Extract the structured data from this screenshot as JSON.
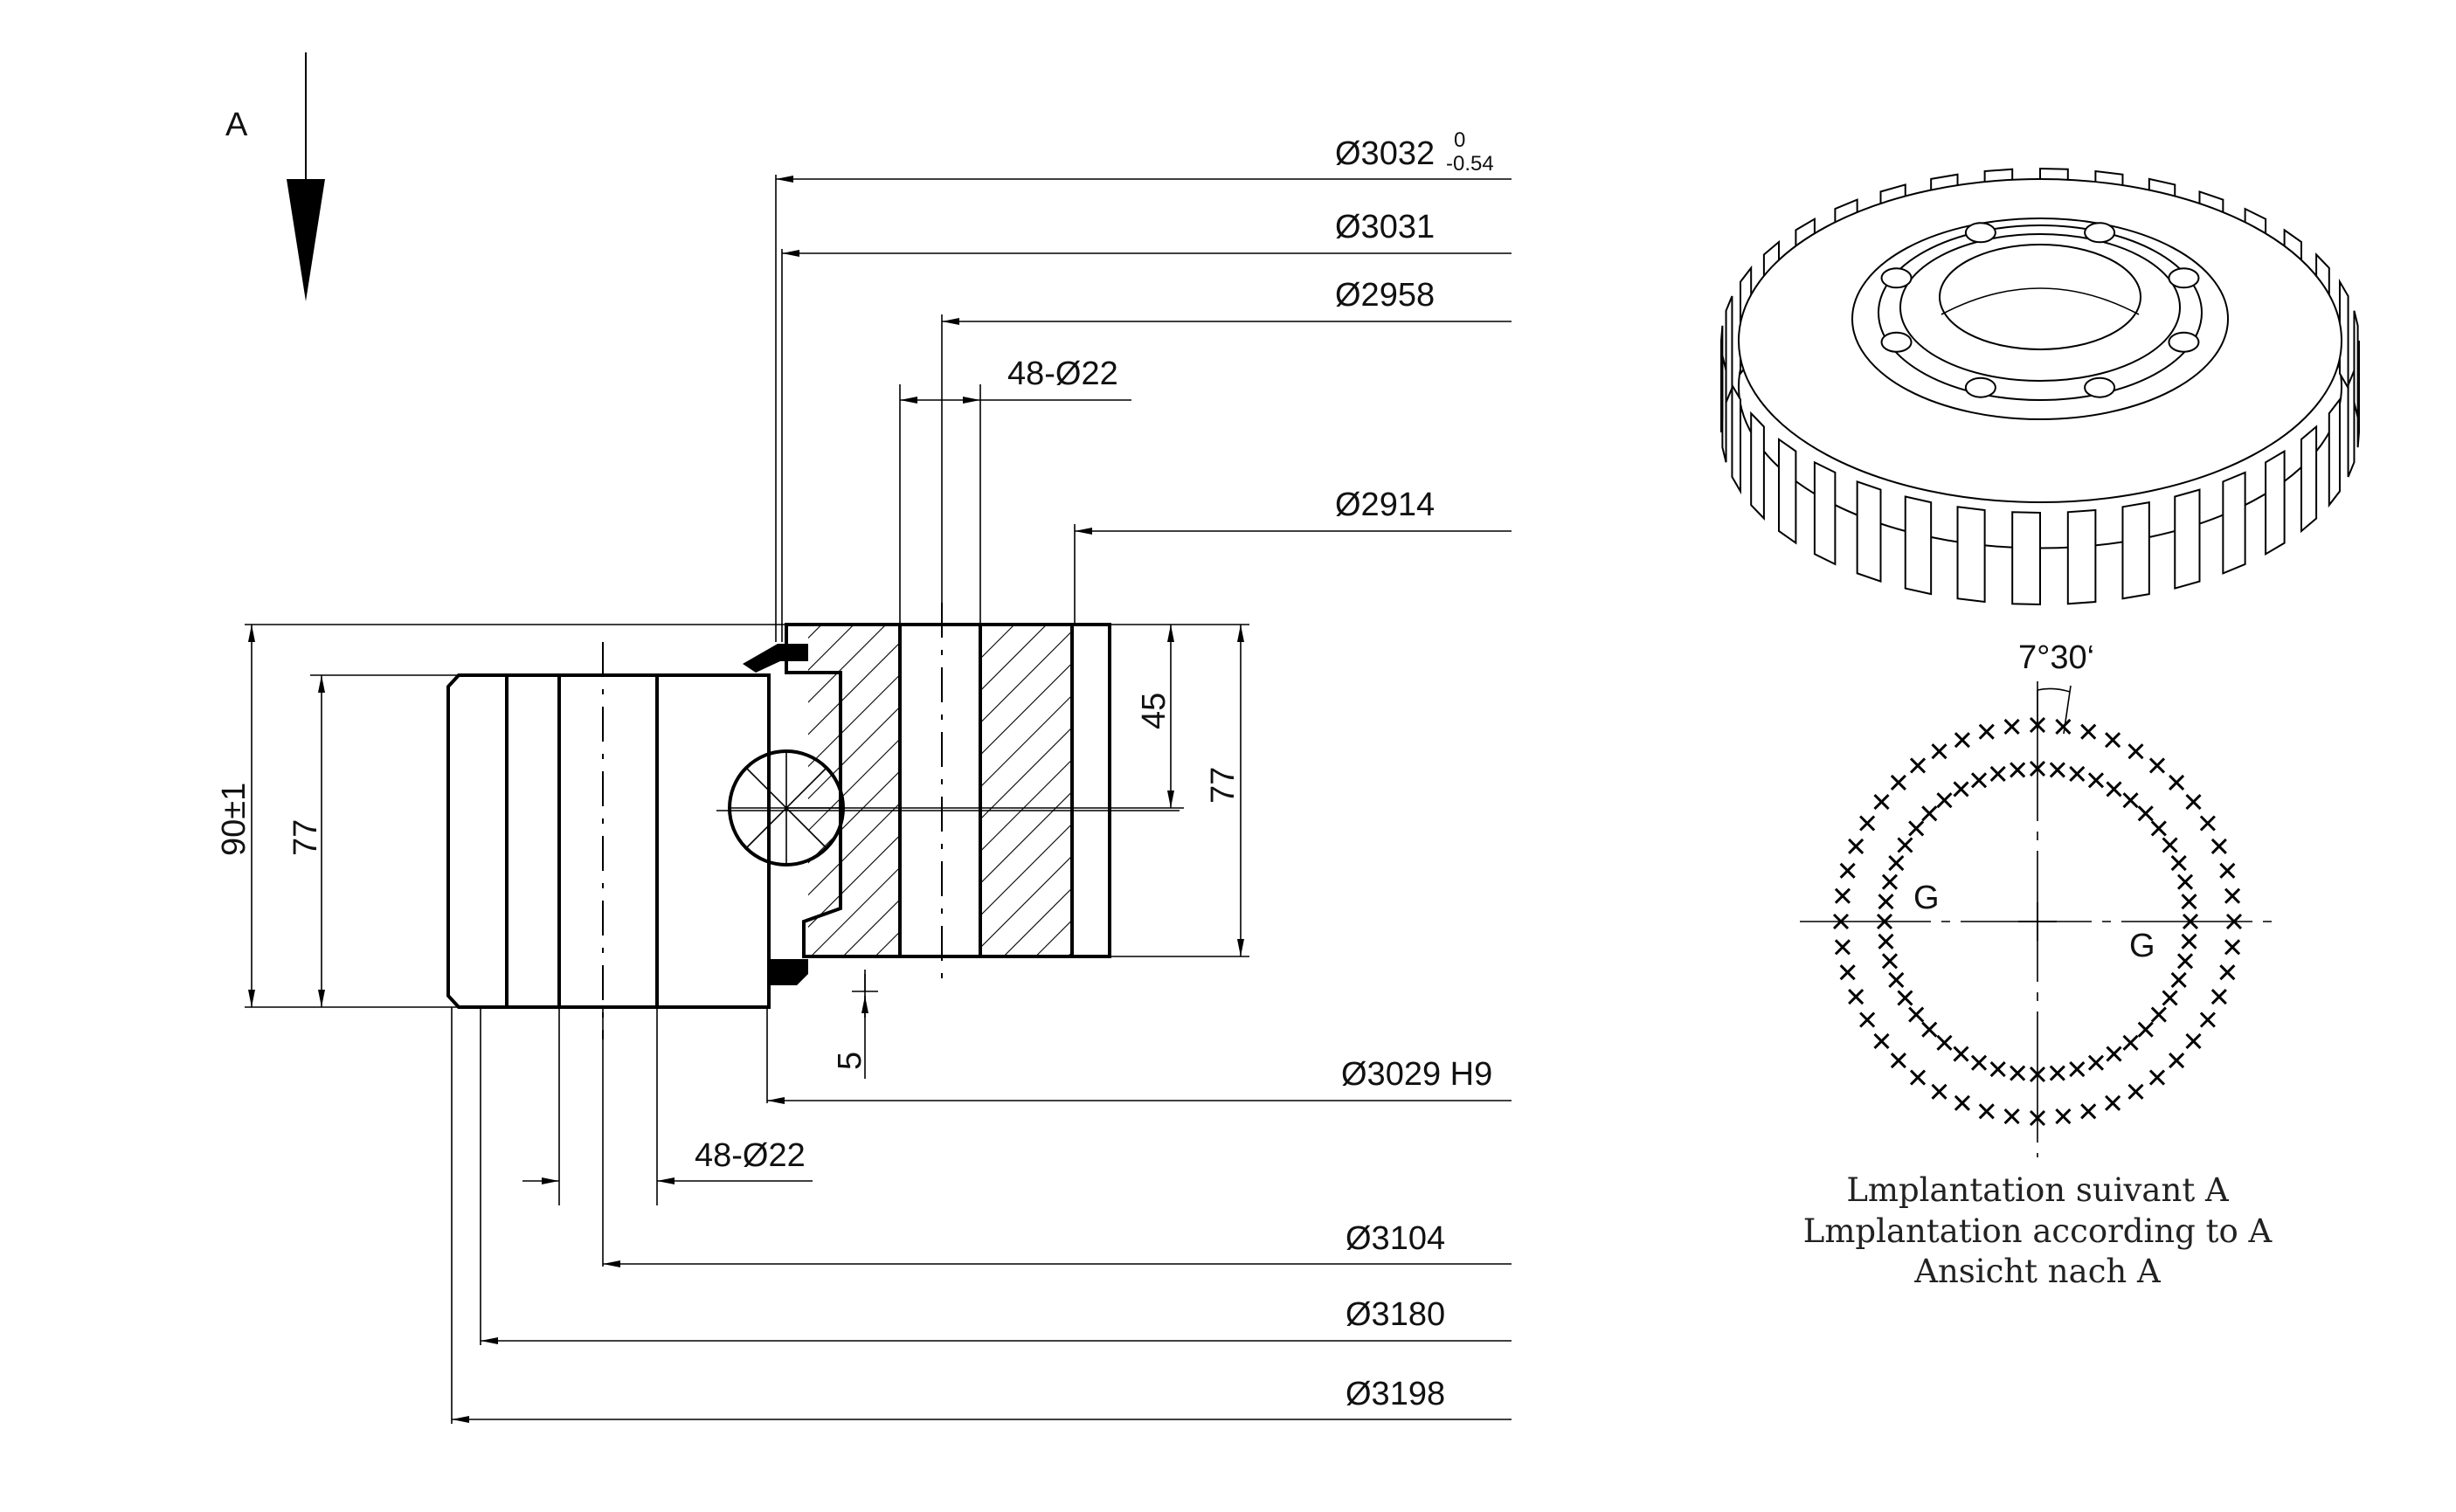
{
  "view_label": "A",
  "dimensions": {
    "d_3032": "Ø3032",
    "tol_upper": "0",
    "tol_lower": "-0.54",
    "d_3031": "Ø3031",
    "d_2958": "Ø2958",
    "holes_upper": "48-Ø22",
    "d_2914": "Ø2914",
    "h_45": "45",
    "h_77_right": "77",
    "h_90": "90±1",
    "h_77_left": "77",
    "gap_5": "5",
    "d_3029": "Ø3029 H9",
    "holes_lower": "48-Ø22",
    "d_3104": "Ø3104",
    "d_3180": "Ø3180",
    "d_3198": "Ø3198"
  },
  "layout_view": {
    "angle": "7°30‘",
    "grease_left": "G",
    "grease_right": "G",
    "outer_holes": 48,
    "inner_holes": 48
  },
  "caption": {
    "line1": "Lmplantation suivant A",
    "line2": "Lmplantation according to A",
    "line3": "Ansicht nach A"
  },
  "gear": {
    "teeth": 36
  }
}
